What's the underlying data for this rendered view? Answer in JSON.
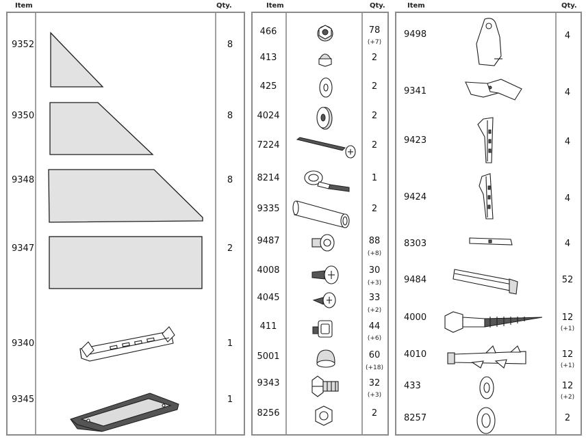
{
  "headers": {
    "left_item": "Item",
    "left_qty": "Qty.",
    "mid_item": "Item",
    "mid_qty": "Qty.",
    "right_item": "Item",
    "right_qty": "Qty."
  },
  "left": [
    {
      "item": "9352",
      "qty": "8",
      "extra": "",
      "icon": "small-triangle-panel-icon"
    },
    {
      "item": "9350",
      "qty": "8",
      "extra": "",
      "icon": "trapezoid-panel-icon"
    },
    {
      "item": "9348",
      "qty": "8",
      "extra": "",
      "icon": "large-trapezoid-panel-icon"
    },
    {
      "item": "9347",
      "qty": "2",
      "extra": "",
      "icon": "rectangular-panel-icon"
    },
    {
      "item": "9340",
      "qty": "1",
      "extra": "",
      "icon": "metal-bracket-frame-icon"
    },
    {
      "item": "9345",
      "qty": "1",
      "extra": "",
      "icon": "base-tray-icon"
    }
  ],
  "mid": [
    {
      "item": "466",
      "qty": "78",
      "extra": "(+7)",
      "icon": "flange-nut-icon"
    },
    {
      "item": "413",
      "qty": "2",
      "extra": "",
      "icon": "cap-nut-icon"
    },
    {
      "item": "425",
      "qty": "2",
      "extra": "",
      "icon": "washer-icon"
    },
    {
      "item": "4024",
      "qty": "2",
      "extra": "",
      "icon": "thick-washer-icon"
    },
    {
      "item": "7224",
      "qty": "2",
      "extra": "",
      "icon": "long-bolt-icon"
    },
    {
      "item": "8214",
      "qty": "1",
      "extra": "",
      "icon": "eye-bolt-icon"
    },
    {
      "item": "9335",
      "qty": "2",
      "extra": "",
      "icon": "spacer-tube-icon"
    },
    {
      "item": "9487",
      "qty": "88",
      "extra": "(+8)",
      "icon": "hex-bolt-short-icon"
    },
    {
      "item": "4008",
      "qty": "30",
      "extra": "(+3)",
      "icon": "self-drilling-screw-icon"
    },
    {
      "item": "4045",
      "qty": "33",
      "extra": "(+2)",
      "icon": "small-screw-icon"
    },
    {
      "item": "411",
      "qty": "44",
      "extra": "(+6)",
      "icon": "square-head-bolt-icon"
    },
    {
      "item": "5001",
      "qty": "60",
      "extra": "(+18)",
      "icon": "bolt-cap-icon"
    },
    {
      "item": "9343",
      "qty": "32",
      "extra": "(+3)",
      "icon": "hex-bolt-icon"
    },
    {
      "item": "8256",
      "qty": "2",
      "extra": "",
      "icon": "hex-nut-icon"
    }
  ],
  "right": [
    {
      "item": "9498",
      "qty": "4",
      "extra": "",
      "icon": "corner-plate-icon"
    },
    {
      "item": "9341",
      "qty": "4",
      "extra": "",
      "icon": "angled-bracket-icon"
    },
    {
      "item": "9423",
      "qty": "4",
      "extra": "",
      "icon": "angle-bracket-left-icon"
    },
    {
      "item": "9424",
      "qty": "4",
      "extra": "",
      "icon": "angle-bracket-right-icon"
    },
    {
      "item": "8303",
      "qty": "4",
      "extra": "",
      "icon": "flat-strip-icon"
    },
    {
      "item": "9484",
      "qty": "52",
      "extra": "",
      "icon": "channel-profile-icon"
    },
    {
      "item": "4000",
      "qty": "12",
      "extra": "(+1)",
      "icon": "lag-screw-icon"
    },
    {
      "item": "4010",
      "qty": "12",
      "extra": "(+1)",
      "icon": "wall-anchor-icon"
    },
    {
      "item": "433",
      "qty": "12",
      "extra": "(+2)",
      "icon": "small-washer-icon"
    },
    {
      "item": "8257",
      "qty": "2",
      "extra": "",
      "icon": "large-washer-icon"
    }
  ]
}
